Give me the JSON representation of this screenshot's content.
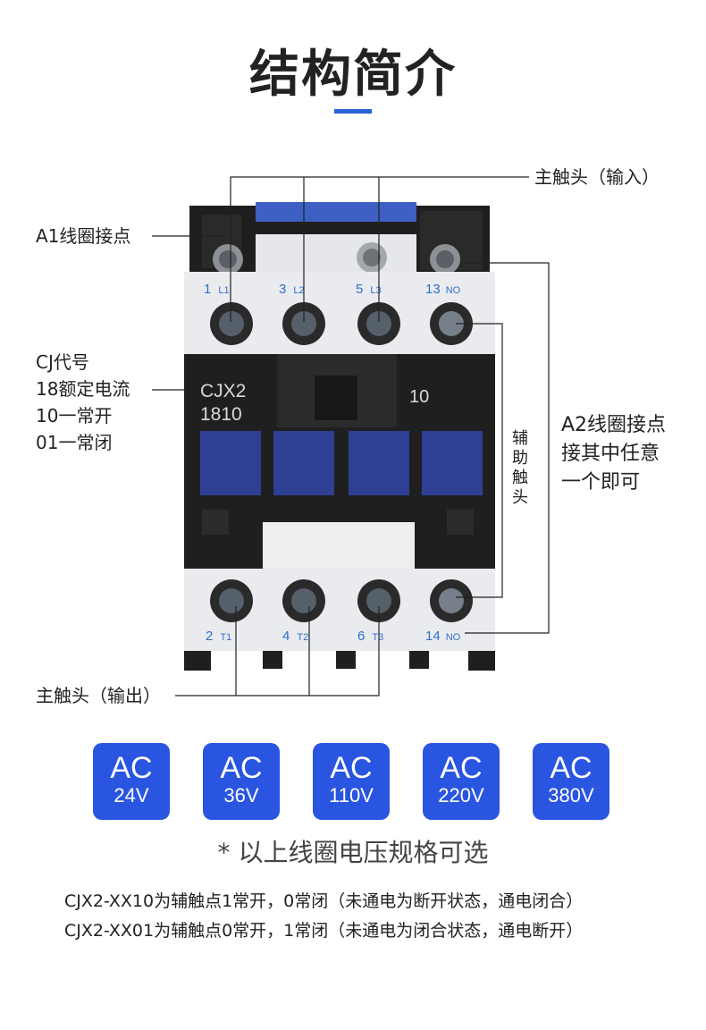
{
  "header": {
    "title": "结构简介"
  },
  "callouts": {
    "main_input": "主触头（输入）",
    "a1": "A1线圈接点",
    "cj_lines": [
      "CJ代号",
      "18额定电流",
      "10一常开",
      "01一常闭"
    ],
    "a2_lines": [
      "A2线圈接点",
      "接其中任意",
      "一个即可"
    ],
    "aux_chars": [
      "辅",
      "助",
      "触",
      "头"
    ],
    "main_output": "主触头（输出）"
  },
  "device": {
    "model": "CJX2",
    "code": "1810",
    "aux_code": "10",
    "top_terminals": [
      {
        "num": "1",
        "sub": "L1"
      },
      {
        "num": "3",
        "sub": "L2"
      },
      {
        "num": "5",
        "sub": "L3"
      },
      {
        "num": "13",
        "sub": "NO"
      }
    ],
    "bottom_terminals": [
      {
        "num": "2",
        "sub": "T1"
      },
      {
        "num": "4",
        "sub": "T2"
      },
      {
        "num": "6",
        "sub": "T3"
      },
      {
        "num": "14",
        "sub": "NO"
      }
    ],
    "colors": {
      "body": "#1f1f1f",
      "terminal_block": "#e9ebee",
      "blue_block": "#2e3f94",
      "label_blue": "#2f6fcf"
    }
  },
  "voltages": [
    {
      "ac": "AC",
      "v": "24V"
    },
    {
      "ac": "AC",
      "v": "36V"
    },
    {
      "ac": "AC",
      "v": "110V"
    },
    {
      "ac": "AC",
      "v": "220V"
    },
    {
      "ac": "AC",
      "v": "380V"
    }
  ],
  "note": "* 以上线圈电压规格可选",
  "descriptions": [
    "CJX2-XX10为辅触点1常开，0常闭（未通电为断开状态，通电闭合）",
    "CJX2-XX01为辅触点0常开，1常闭（未通电为闭合状态，通电断开）"
  ],
  "accent_color": "#2a55e0"
}
